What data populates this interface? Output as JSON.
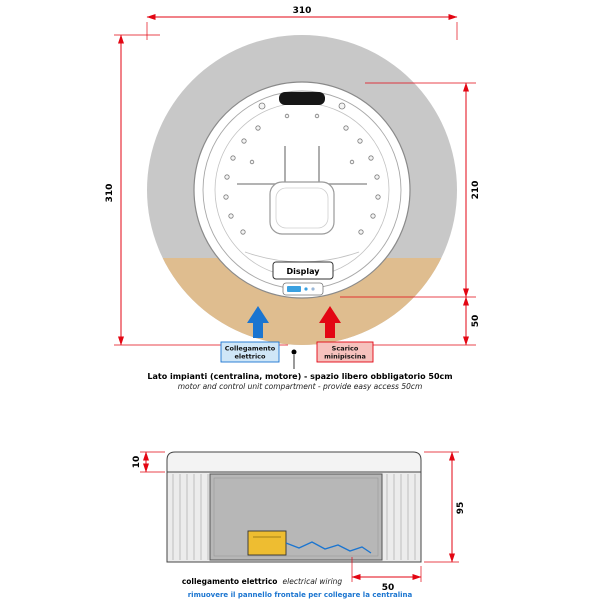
{
  "colors": {
    "dim_line_red": "#e30613",
    "ring_gray": "#c8c8c8",
    "ring_tan": "#dfbd8f",
    "arrow_blue": "#1b75d0",
    "arrow_red": "#e30613",
    "electric_box_bg": "#cfe6f7",
    "drain_box_bg": "#f6c1bd",
    "note_blue": "#1b75d0",
    "control_unit_yellow": "#eebd31",
    "panel_gray": "#b7b7b7"
  },
  "top_view": {
    "dim_outer_width": "310",
    "dim_outer_height": "310",
    "dim_inner_height": "210",
    "dim_service_gap": "50",
    "display_label": "Display",
    "electrical_label_line1": "Collegamento",
    "electrical_label_line2": "elettrico",
    "drain_label_line1": "Scarico",
    "drain_label_line2": "minipiscina",
    "caption_line1": "Lato impianti (centralina, motore) - spazio libero obbligatorio 50cm",
    "caption_line2": "motor and control unit compartment - provide easy access 50cm"
  },
  "side_view": {
    "dim_lid_height": "10",
    "dim_total_height": "95",
    "dim_cable_offset": "50",
    "caption_bold": "collegamento elettrico",
    "caption_italic": " electrical wiring",
    "note": "rimuovere il pannello frontale per collegare la centralina"
  }
}
